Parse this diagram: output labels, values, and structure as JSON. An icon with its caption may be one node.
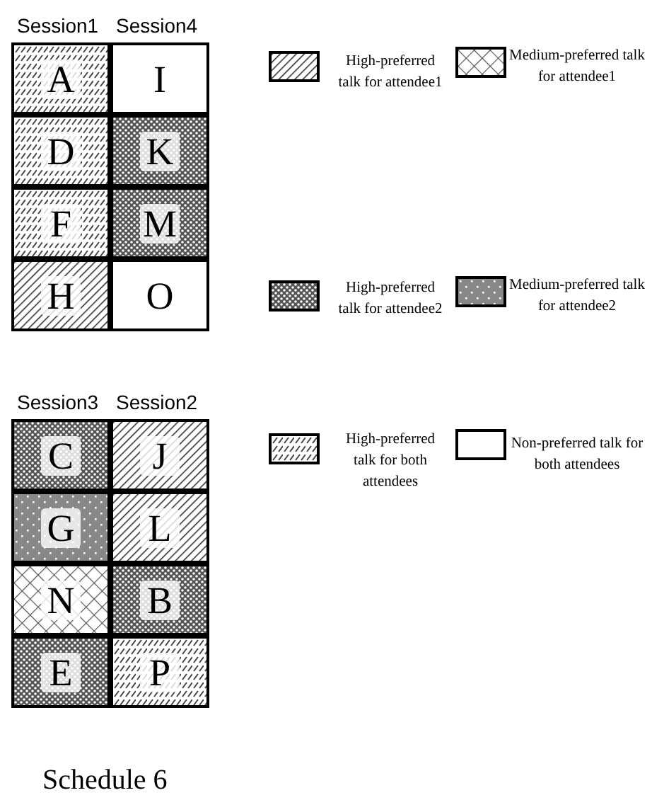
{
  "diagram": {
    "caption": "Schedule 6",
    "nodes": [
      {
        "text": [
          "A"
        ]
      },
      {
        "text": [
          "I"
        ]
      },
      {
        "text": [
          "D"
        ]
      },
      {
        "text": [
          "K"
        ]
      },
      {
        "text": [
          "F"
        ]
      },
      {
        "text": [
          "M"
        ]
      },
      {
        "text": [
          "H"
        ]
      },
      {
        "text": [
          "O"
        ]
      },
      {
        "text": [
          "C"
        ]
      },
      {
        "text": [
          "J"
        ]
      },
      {
        "text": [
          "G"
        ]
      },
      {
        "text": [
          "L"
        ]
      },
      {
        "text": [
          "N"
        ]
      },
      {
        "text": [
          "B"
        ]
      },
      {
        "text": [
          "E"
        ]
      },
      {
        "text": [
          "P"
        ]
      }
    ],
    "edges": [],
    "labels": [
      "Session1",
      "Session4",
      "Session3",
      "Session2"
    ],
    "legend": [
      {
        "text": "High-preferred talk for attendee1"
      },
      {
        "text": "Medium-preferred talk for attendee1"
      },
      {
        "text": "High-preferred talk for attendee2"
      },
      {
        "text": "Medium-preferred talk for attendee2"
      },
      {
        "text": "High-preferred talk for both attendees"
      },
      {
        "text": "Non-preferred talk for both attendees"
      }
    ]
  }
}
